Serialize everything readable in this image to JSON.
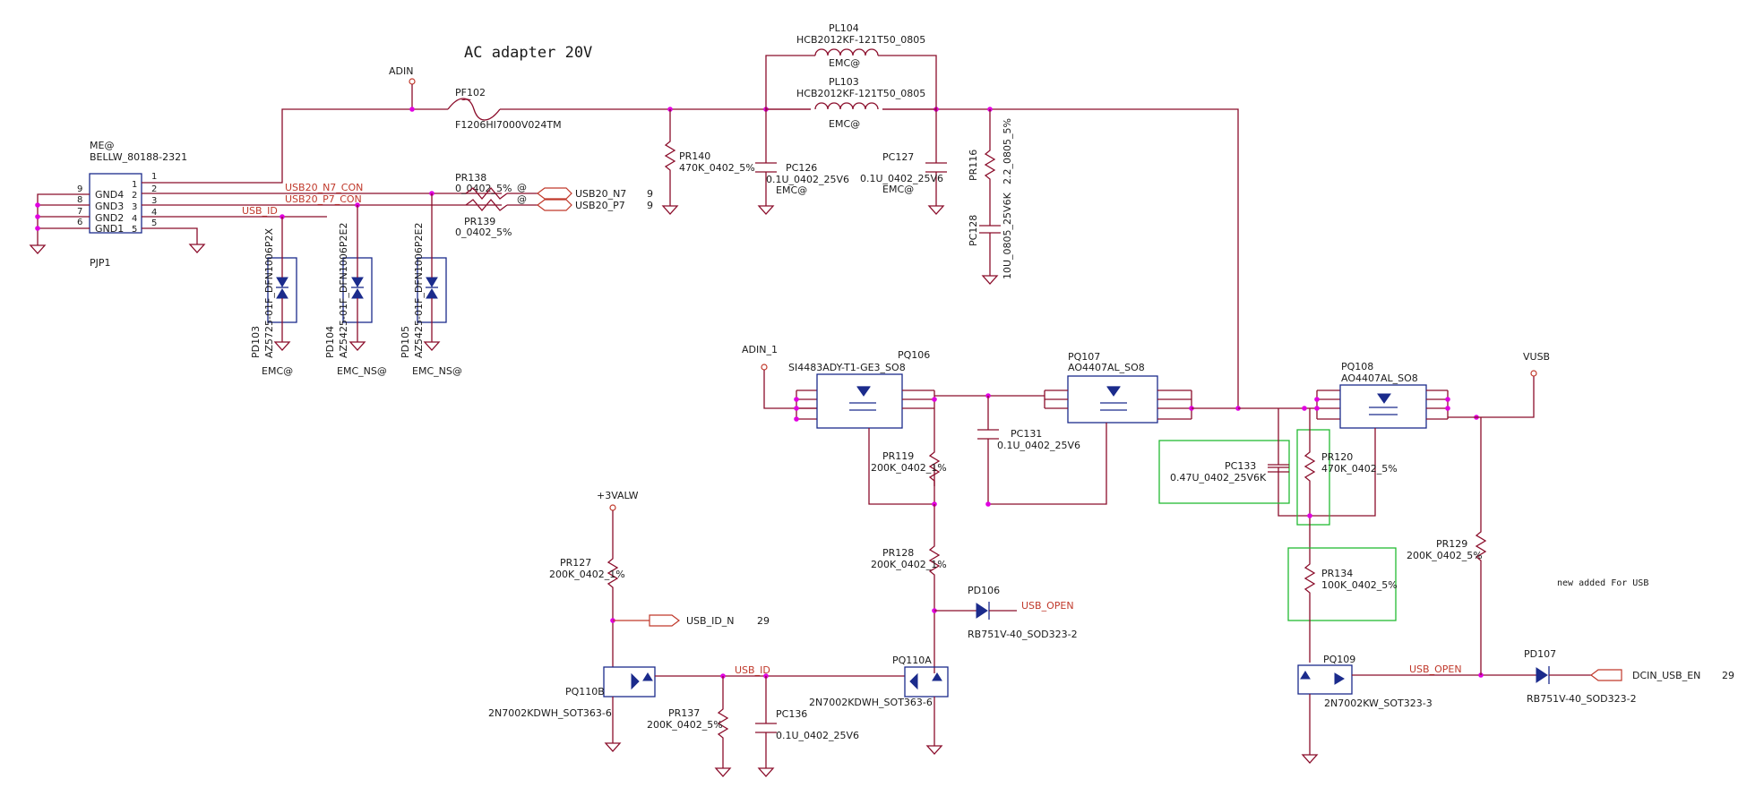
{
  "title": "AC adapter 20V",
  "note": "new added For USB",
  "nets": {
    "adin": "ADIN",
    "adin_1": "ADIN_1",
    "vusb": "VUSB",
    "v3valw": "+3VALW",
    "usb20_n7_con": "USB20_N7_CON",
    "usb20_p7_con": "USB20_P7_CON",
    "usb_id": "USB_ID",
    "usb_id_2": "USB_ID",
    "usb20_n7": "USB20_N7",
    "usb20_p7": "USB20_P7",
    "usb_id_n": "USB_ID_N",
    "usb_id_n_page": "29",
    "usb_open_1": "USB_OPEN",
    "usb_open_2": "USB_OPEN",
    "dcin_usb_en": "DCIN_USB_EN",
    "dcin_page": "29",
    "page_9a": "9",
    "page_9b": "9",
    "at_a": "@",
    "at_b": "@"
  },
  "connector": {
    "ref": "PJP1",
    "opt": "ME@",
    "part": "BELLW_80188-2321",
    "pins": [
      {
        "name": "",
        "num": "1",
        "out": "1"
      },
      {
        "name": "GND4",
        "num": "2",
        "out": "2",
        "side": "9"
      },
      {
        "name": "GND3",
        "num": "3",
        "out": "3",
        "side": "8"
      },
      {
        "name": "GND2",
        "num": "4",
        "out": "4",
        "side": "7"
      },
      {
        "name": "GND1",
        "num": "5",
        "out": "5",
        "side": "6"
      }
    ]
  },
  "parts": {
    "pf102": {
      "ref": "PF102",
      "value": "F1206HI7000V024TM"
    },
    "pl104": {
      "ref": "PL104",
      "value": "HCB2012KF-121T50_0805",
      "opt": "EMC@"
    },
    "pl103": {
      "ref": "PL103",
      "value": "HCB2012KF-121T50_0805",
      "opt": "EMC@"
    },
    "pr140": {
      "ref": "PR140",
      "value": "470K_0402_5%"
    },
    "pc126": {
      "ref": "PC126",
      "value": "0.1U_0402_25V6",
      "opt": "EMC@"
    },
    "pc127": {
      "ref": "PC127",
      "value": "0.1U_0402_25V6",
      "opt": "EMC@"
    },
    "pr116": {
      "ref": "PR116",
      "value": "2.2_0805_5%"
    },
    "pc128": {
      "ref": "PC128",
      "value": "10U_0805_25V6K"
    },
    "pr138": {
      "ref": "PR138",
      "value": "0_0402_5%"
    },
    "pr139": {
      "ref": "PR139",
      "value": "0_0402_5%"
    },
    "pd103": {
      "ref": "PD103",
      "value": "AZ5725-01F_DFN1006P2X",
      "opt": "EMC@"
    },
    "pd104": {
      "ref": "PD104",
      "value": "AZ5425-01F_DFN1006P2E2",
      "opt": "EMC_NS@"
    },
    "pd105": {
      "ref": "PD105",
      "value": "AZ5425-01F_DFN1006P2E2",
      "opt": "EMC_NS@"
    },
    "pq106": {
      "ref": "PQ106",
      "value": "SI4483ADY-T1-GE3_SO8"
    },
    "pq107": {
      "ref": "PQ107",
      "value": "AO4407AL_SO8"
    },
    "pq108": {
      "ref": "PQ108",
      "value": "AO4407AL_SO8"
    },
    "pc131": {
      "ref": "PC131",
      "value": "0.1U_0402_25V6"
    },
    "pr119": {
      "ref": "PR119",
      "value": "200K_0402_1%"
    },
    "pr128": {
      "ref": "PR128",
      "value": "200K_0402_1%"
    },
    "pd106": {
      "ref": "PD106",
      "value": "RB751V-40_SOD323-2"
    },
    "pd107": {
      "ref": "PD107",
      "value": "RB751V-40_SOD323-2"
    },
    "pc133": {
      "ref": "PC133",
      "value": "0.47U_0402_25V6K"
    },
    "pr120": {
      "ref": "PR120",
      "value": "470K_0402_5%"
    },
    "pr134": {
      "ref": "PR134",
      "value": "100K_0402_5%"
    },
    "pr129": {
      "ref": "PR129",
      "value": "200K_0402_5%"
    },
    "pr127": {
      "ref": "PR127",
      "value": "200K_0402_1%"
    },
    "pr137": {
      "ref": "PR137",
      "value": "200K_0402_5%"
    },
    "pc136": {
      "ref": "PC136",
      "value": "0.1U_0402_25V6"
    },
    "pq110b": {
      "ref": "PQ110B",
      "value": "2N7002KDWH_SOT363-6"
    },
    "pq110a": {
      "ref": "PQ110A",
      "value": "2N7002KDWH_SOT363-6"
    },
    "pq109": {
      "ref": "PQ109",
      "value": "2N7002KW_SOT323-3"
    }
  }
}
